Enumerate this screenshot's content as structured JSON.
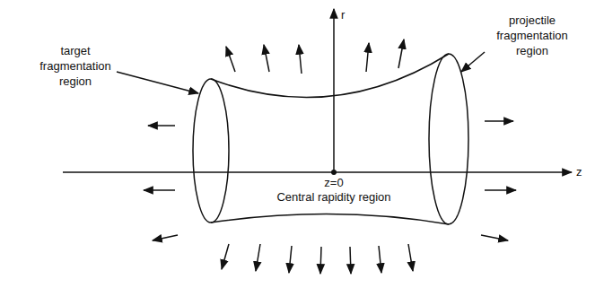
{
  "diagram": {
    "labels": [
      "r",
      "target fragmentation region",
      "projectile fragmentation region",
      "z",
      "z=0",
      "Central rapidity region"
    ]
  }
}
